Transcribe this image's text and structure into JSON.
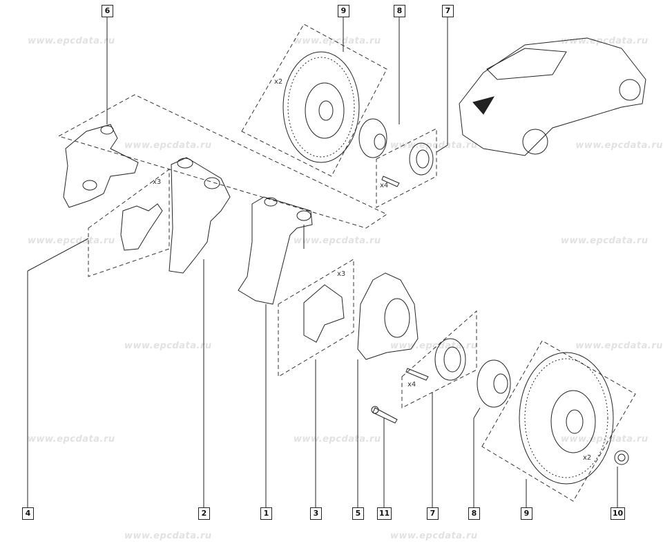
{
  "watermark": "www.epcdata.ru",
  "callouts": {
    "top_6": "6",
    "top_9": "9",
    "top_8": "8",
    "top_7": "7",
    "bot_4": "4",
    "bot_2": "2",
    "bot_1": "1",
    "bot_3": "3",
    "bot_5": "5",
    "bot_11": "11",
    "bot_7": "7",
    "bot_8": "8",
    "bot_9": "9",
    "bot_10": "10"
  },
  "multipliers": {
    "disc_top_screws": "x2",
    "upper_bolts": "x3",
    "bearing_top_bolts": "x4",
    "mid_bolts": "x3",
    "bearing_bottom_bolts": "x4",
    "disc_bottom_screws": "x2"
  }
}
